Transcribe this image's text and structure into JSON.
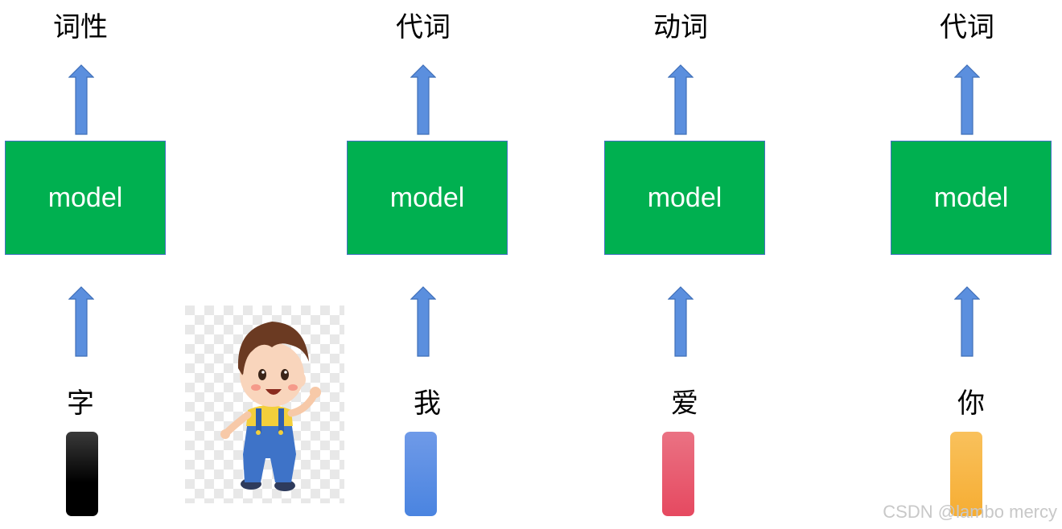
{
  "columns": [
    {
      "output": "词性",
      "model": "model",
      "input": "字"
    },
    {
      "output": "代词",
      "model": "model",
      "input": "我"
    },
    {
      "output": "动词",
      "model": "model",
      "input": "爱"
    },
    {
      "output": "代词",
      "model": "model",
      "input": "你"
    }
  ],
  "colors": {
    "model_fill": "#00B050",
    "model_border": "#4472C4",
    "arrow_fill": "#5B8FDE",
    "vector_colors": [
      "#000000",
      "#4A84E0",
      "#E64960",
      "#F6AD33"
    ]
  },
  "watermark": "CSDN @lambo mercy"
}
